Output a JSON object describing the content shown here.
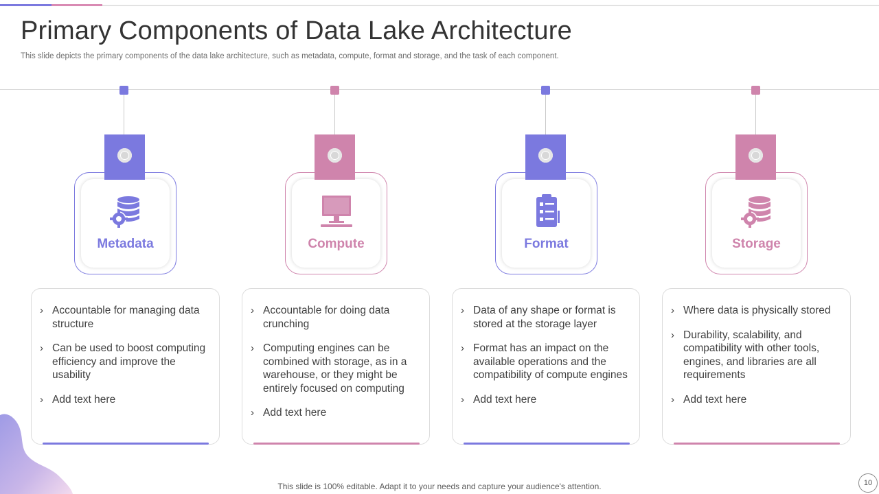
{
  "slide": {
    "title": "Primary Components of Data Lake Architecture",
    "subtitle": "This slide depicts the primary components of the data lake architecture, such as metadata, compute, format and storage, and the task of each component.",
    "footer": "This slide is 100% editable. Adapt it to your needs and capture your audience's attention.",
    "page_number": "10"
  },
  "colors": {
    "purple": "#7b79df",
    "pink": "#cf84ac"
  },
  "components": [
    {
      "label": "Metadata",
      "icon": "database-gear-icon",
      "color": "#7b79df",
      "bullets": [
        "Accountable for managing data structure",
        "Can be used to boost computing efficiency and improve the usability",
        "Add text here"
      ]
    },
    {
      "label": "Compute",
      "icon": "computer-monitor-icon",
      "color": "#cf84ac",
      "bullets": [
        "Accountable for doing data crunching",
        "Computing engines can be combined with storage, as in a warehouse, or they might be entirely focused on computing",
        "Add text here"
      ]
    },
    {
      "label": "Format",
      "icon": "clipboard-checklist-icon",
      "color": "#7b79df",
      "bullets": [
        "Data of any shape or format is stored at the storage layer",
        "Format has an impact on the available operations and the compatibility of compute engines",
        "Add text here"
      ]
    },
    {
      "label": "Storage",
      "icon": "database-gear-icon",
      "color": "#cf84ac",
      "bullets": [
        "Where data is physically stored",
        "Durability, scalability, and compatibility with other tools, engines, and libraries are all requirements",
        "Add text here"
      ]
    }
  ]
}
